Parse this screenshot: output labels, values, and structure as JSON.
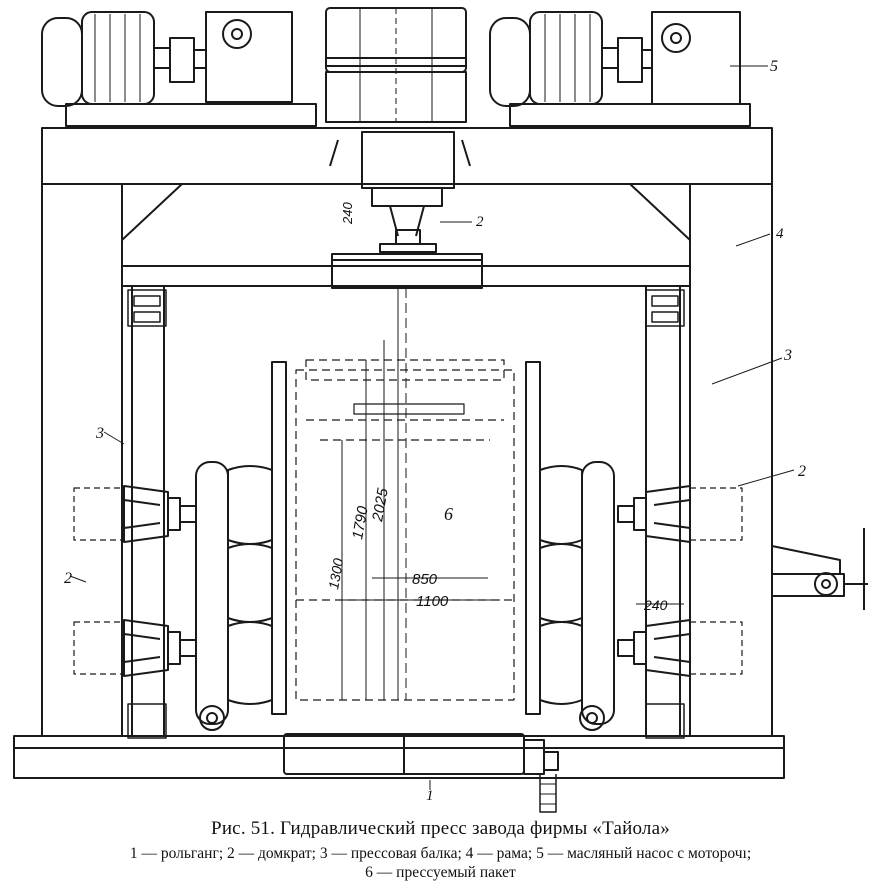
{
  "figure": {
    "caption_title": "Рис. 51. Гидравлический пресс завода фирмы «Тайола»",
    "caption_legend_line1": "1 — рольганг;  2 — домкрат;  3 — прессовая балка;  4 — рама;  5 — масляный насос с моторочı;",
    "caption_legend_line2": "6 — прессуемый пакет"
  },
  "labels": {
    "l1": "1",
    "l2_top": "2",
    "l2_right": "2",
    "l2_left": "2",
    "l3_left": "3",
    "l3_right": "3",
    "l4": "4",
    "l5": "5",
    "l6": "6"
  },
  "dimensions": {
    "d240_top": "240",
    "d1790": "1790",
    "d2025": "2025",
    "d1300": "1300",
    "d850": "850",
    "d1100": "1100",
    "d240_side": "240"
  }
}
